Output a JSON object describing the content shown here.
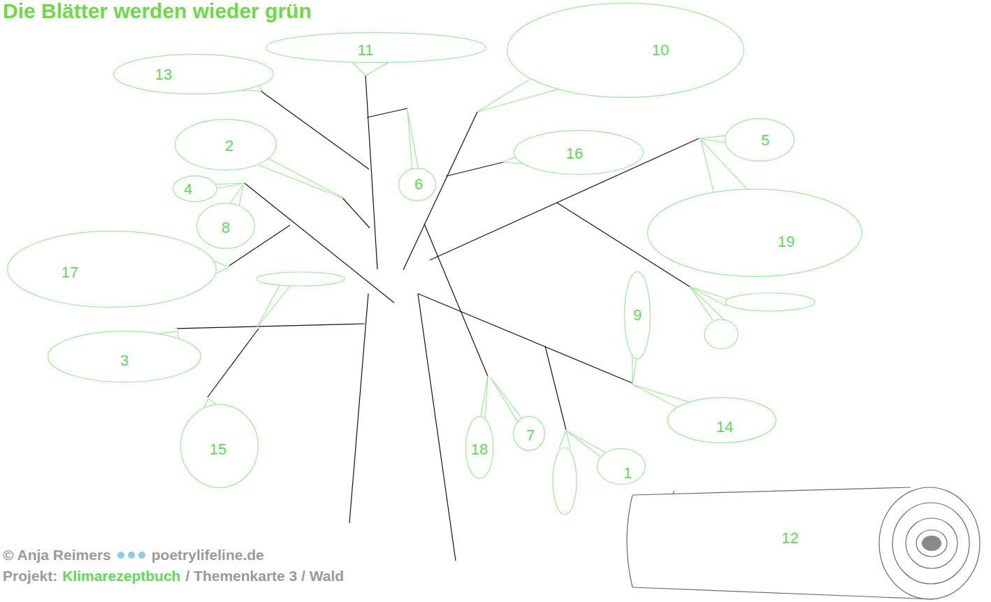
{
  "diagram": {
    "title": "Die Blätter werden wieder grün",
    "nodes": [
      {
        "text": [
          "11"
        ]
      },
      {
        "text": [
          "10"
        ]
      },
      {
        "text": [
          "13"
        ]
      },
      {
        "text": [
          "5"
        ]
      },
      {
        "text": [
          "2"
        ]
      },
      {
        "text": [
          "16"
        ]
      },
      {
        "text": [
          "6"
        ]
      },
      {
        "text": [
          "4"
        ]
      },
      {
        "text": [
          "8"
        ]
      },
      {
        "text": [
          "19"
        ]
      },
      {
        "text": [
          "17"
        ]
      },
      {
        "text": [
          "9"
        ]
      },
      {
        "text": [
          "3"
        ]
      },
      {
        "text": [
          "14"
        ]
      },
      {
        "text": [
          "15"
        ]
      },
      {
        "text": [
          "18"
        ]
      },
      {
        "text": [
          "7"
        ]
      },
      {
        "text": [
          "1"
        ]
      },
      {
        "text": [
          "12"
        ]
      }
    ],
    "labels": [
      "© Anja Reimers",
      "poetrylifeline.de",
      "Projekt:",
      "Klimarezeptbuch",
      "/ Themenkarte 3 / Wald"
    ]
  }
}
